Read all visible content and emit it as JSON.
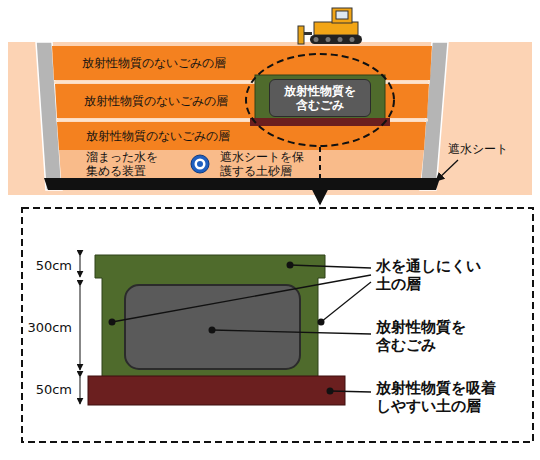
{
  "diagram": {
    "nodes": [
      {
        "text": [
          "放射性物質のないごみの層"
        ]
      },
      {
        "text": [
          "放射性物質のないごみの層"
        ]
      },
      {
        "text": [
          "放射性物質を 含むごみ"
        ]
      },
      {
        "text": [
          "放射性物質のないごみの層"
        ]
      }
    ],
    "labels": [
      "溜まった水を 集める装置",
      "遮水シートを保 護する土砂層",
      "遮水シート",
      "50cm",
      "300cm",
      "50cm",
      "水を通しにくい 土の層",
      "放射性物質を 含むごみ",
      "放射性物質を吸着 しやすい土の層"
    ]
  }
}
